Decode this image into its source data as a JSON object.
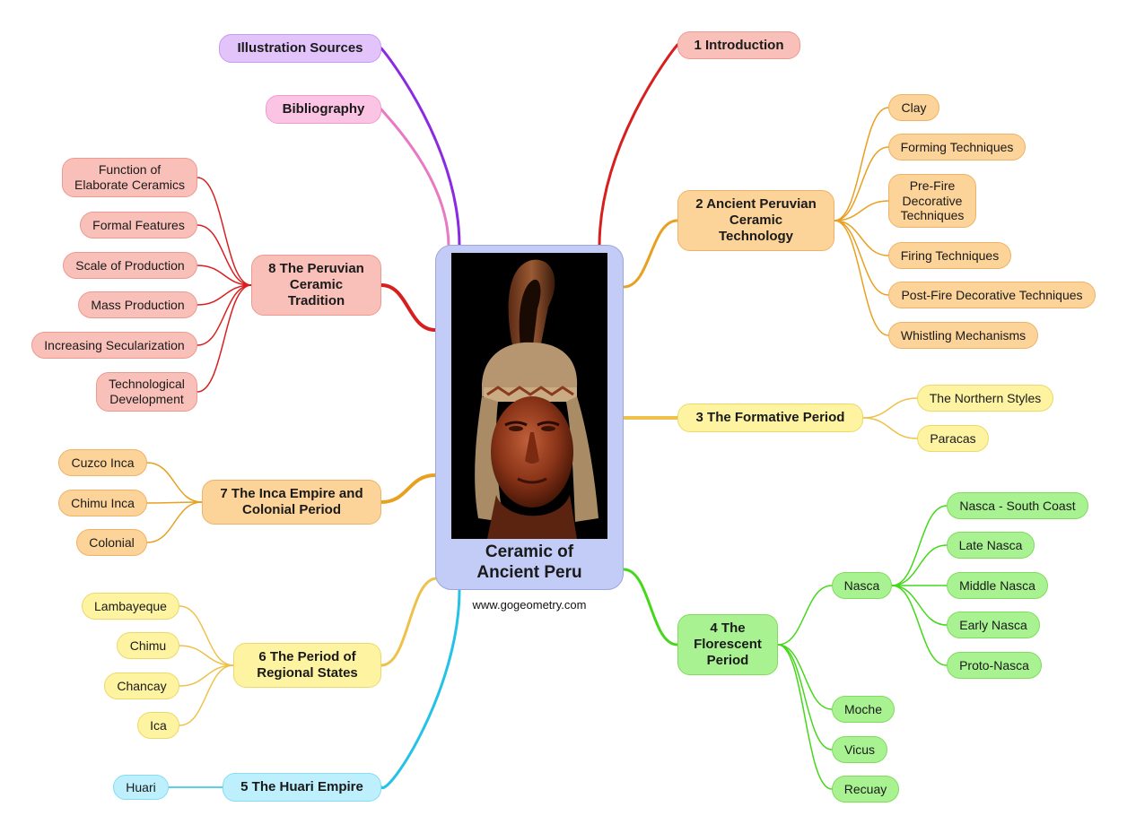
{
  "center": {
    "title": "Ceramic of\nAncient Peru",
    "website": "www.gogeometry.com"
  },
  "colors": {
    "purple": "#8a2be2",
    "pink": "#e879c2",
    "red": "#d81f1f",
    "orange": "#e8a020",
    "yellow": "#eec14a",
    "green": "#44d71a",
    "cyan": "#23c2e6",
    "fill_purple": "#e2c4fb",
    "fill_pink": "#fcc4e4",
    "fill_red": "#f9c0b9",
    "fill_orange": "#fcd398",
    "fill_yellow": "#fdf3a1",
    "fill_green": "#a9f291",
    "fill_cyan": "#bdeffd"
  },
  "branches": [
    {
      "id": "introduction",
      "label": "1 Introduction",
      "children": []
    },
    {
      "id": "technology",
      "label": "2 Ancient Peruvian\nCeramic\nTechnology",
      "children": [
        "Clay",
        "Forming Techniques",
        "Pre-Fire\nDecorative\nTechniques",
        "Firing Techniques",
        "Post-Fire Decorative Techniques",
        "Whistling Mechanisms"
      ]
    },
    {
      "id": "formative",
      "label": "3 The Formative Period",
      "children": [
        "The Northern Styles",
        "Paracas"
      ]
    },
    {
      "id": "florescent",
      "label": "4 The\nFlorescent\nPeriod",
      "children": [
        "Nasca",
        "Moche",
        "Vicus",
        "Recuay"
      ],
      "nasca_children": [
        "Nasca - South Coast",
        "Late Nasca",
        "Middle Nasca",
        "Early Nasca",
        "Proto-Nasca"
      ]
    },
    {
      "id": "huari",
      "label": "5 The Huari Empire",
      "children": [
        "Huari"
      ]
    },
    {
      "id": "regional",
      "label": "6 The Period of\nRegional States",
      "children": [
        "Lambayeque",
        "Chimu",
        "Chancay",
        "Ica"
      ]
    },
    {
      "id": "inca",
      "label": "7 The Inca Empire and\nColonial Period",
      "children": [
        "Cuzco Inca",
        "Chimu Inca",
        "Colonial"
      ]
    },
    {
      "id": "tradition",
      "label": "8 The Peruvian\nCeramic\nTradition",
      "children": [
        "Function of\nElaborate Ceramics",
        "Formal Features",
        "Scale of Production",
        "Mass Production",
        "Increasing Secularization",
        "Technological\nDevelopment"
      ]
    },
    {
      "id": "bibliography",
      "label": "Bibliography",
      "children": []
    },
    {
      "id": "sources",
      "label": "Illustration Sources",
      "children": []
    }
  ]
}
